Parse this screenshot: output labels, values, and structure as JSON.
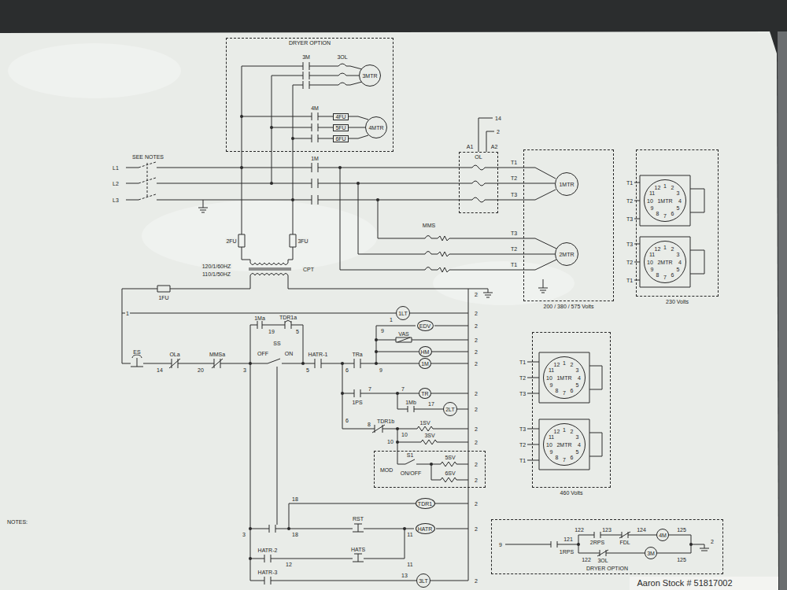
{
  "diagram": {
    "nodes": [
      {
        "text": [
          "DRYER OPTION"
        ]
      },
      {
        "text": [
          "3MTR"
        ],
        "in": 0
      },
      {
        "text": [
          "4FU"
        ],
        "in": 0
      },
      {
        "text": [
          "5FU"
        ],
        "in": 0
      },
      {
        "text": [
          "6FU"
        ],
        "in": 0
      },
      {
        "text": [
          "4MTR"
        ],
        "in": 0
      },
      {
        "text": [
          "OL"
        ]
      },
      {
        "text": [
          "200 / 380 / 575 Volts"
        ]
      },
      {
        "text": [
          "1MTR"
        ],
        "in": 7
      },
      {
        "text": [
          "2MTR"
        ],
        "in": 7
      },
      {
        "text": [
          "230 Volts"
        ]
      },
      {
        "text": [
          "1MTR",
          "1",
          "2",
          "3",
          "4",
          "5",
          "6",
          "7",
          "8",
          "9",
          "10",
          "11",
          "12"
        ],
        "in": 10
      },
      {
        "text": [
          "2MTR",
          "1",
          "2",
          "3",
          "4",
          "5",
          "6",
          "7",
          "8",
          "9",
          "10",
          "11",
          "12"
        ],
        "in": 10
      },
      {
        "text": [
          "460 Volts"
        ]
      },
      {
        "text": [
          "1MTR",
          "1",
          "2",
          "3",
          "4",
          "5",
          "6",
          "7",
          "8",
          "9",
          "10",
          "11",
          "12"
        ],
        "in": 13
      },
      {
        "text": [
          "2MTR",
          "1",
          "2",
          "3",
          "4",
          "5",
          "6",
          "7",
          "8",
          "9",
          "10",
          "11",
          "12"
        ],
        "in": 13
      },
      {
        "text": [
          "1LT"
        ]
      },
      {
        "text": [
          "EDV"
        ]
      },
      {
        "text": [
          "HM"
        ]
      },
      {
        "text": [
          "1M"
        ]
      },
      {
        "text": [
          "TR"
        ]
      },
      {
        "text": [
          "2LT"
        ]
      },
      {
        "text": [
          "MOD"
        ]
      },
      {
        "text": [
          "TDR1"
        ]
      },
      {
        "text": [
          "HATR"
        ]
      },
      {
        "text": [
          "3LT"
        ]
      },
      {
        "text": [
          "DRYER OPTION"
        ]
      },
      {
        "text": [
          "4M"
        ],
        "in": 26
      },
      {
        "text": [
          "3M"
        ],
        "in": 26
      }
    ],
    "labels": [
      "3M",
      "3OL",
      "4M",
      "SEE NOTES",
      "L1",
      "L2",
      "L3",
      "1M",
      "14",
      "2",
      "A1",
      "A2",
      "T1",
      "T2",
      "T3",
      "MMS",
      "T3",
      "T2",
      "T1",
      "2FU",
      "3FU",
      "120/1/60HZ",
      "110/1/50HZ",
      "CPT",
      "1FU",
      "1",
      "2",
      "1",
      "2",
      "9",
      "2",
      "VAS",
      "2",
      "2",
      "1Ma",
      "19",
      "TDR1a",
      "5",
      "SS",
      "OFF",
      "ON",
      "ES",
      "OLa",
      "14",
      "MMSa",
      "20",
      "3",
      "HATR-1",
      "5",
      "6",
      "TRa",
      "9",
      "2",
      "7",
      "7",
      "2",
      "1PS",
      "1Mb",
      "17",
      "2",
      "6",
      "8",
      "TDR1b",
      "10",
      "1SV",
      "2",
      "10",
      "3SV",
      "2",
      "S1",
      "ON/OFF",
      "5SV",
      "6SV",
      "2",
      "2",
      "18",
      "2",
      "3",
      "18",
      "RST",
      "11",
      "2",
      "HATR-2",
      "12",
      "HATS",
      "11",
      "HATR-3",
      "13",
      "2",
      "NOTES:",
      "T1",
      "T2",
      "T3",
      "T3",
      "T2",
      "T1",
      "T1",
      "T2",
      "T3",
      "T3",
      "T2",
      "T1",
      "9",
      "121",
      "1RPS",
      "122",
      "2RPS",
      "123",
      "FDL",
      "124",
      "125",
      "122",
      "3OL",
      "125",
      "2",
      "Aaron Stock # 51817002"
    ]
  }
}
